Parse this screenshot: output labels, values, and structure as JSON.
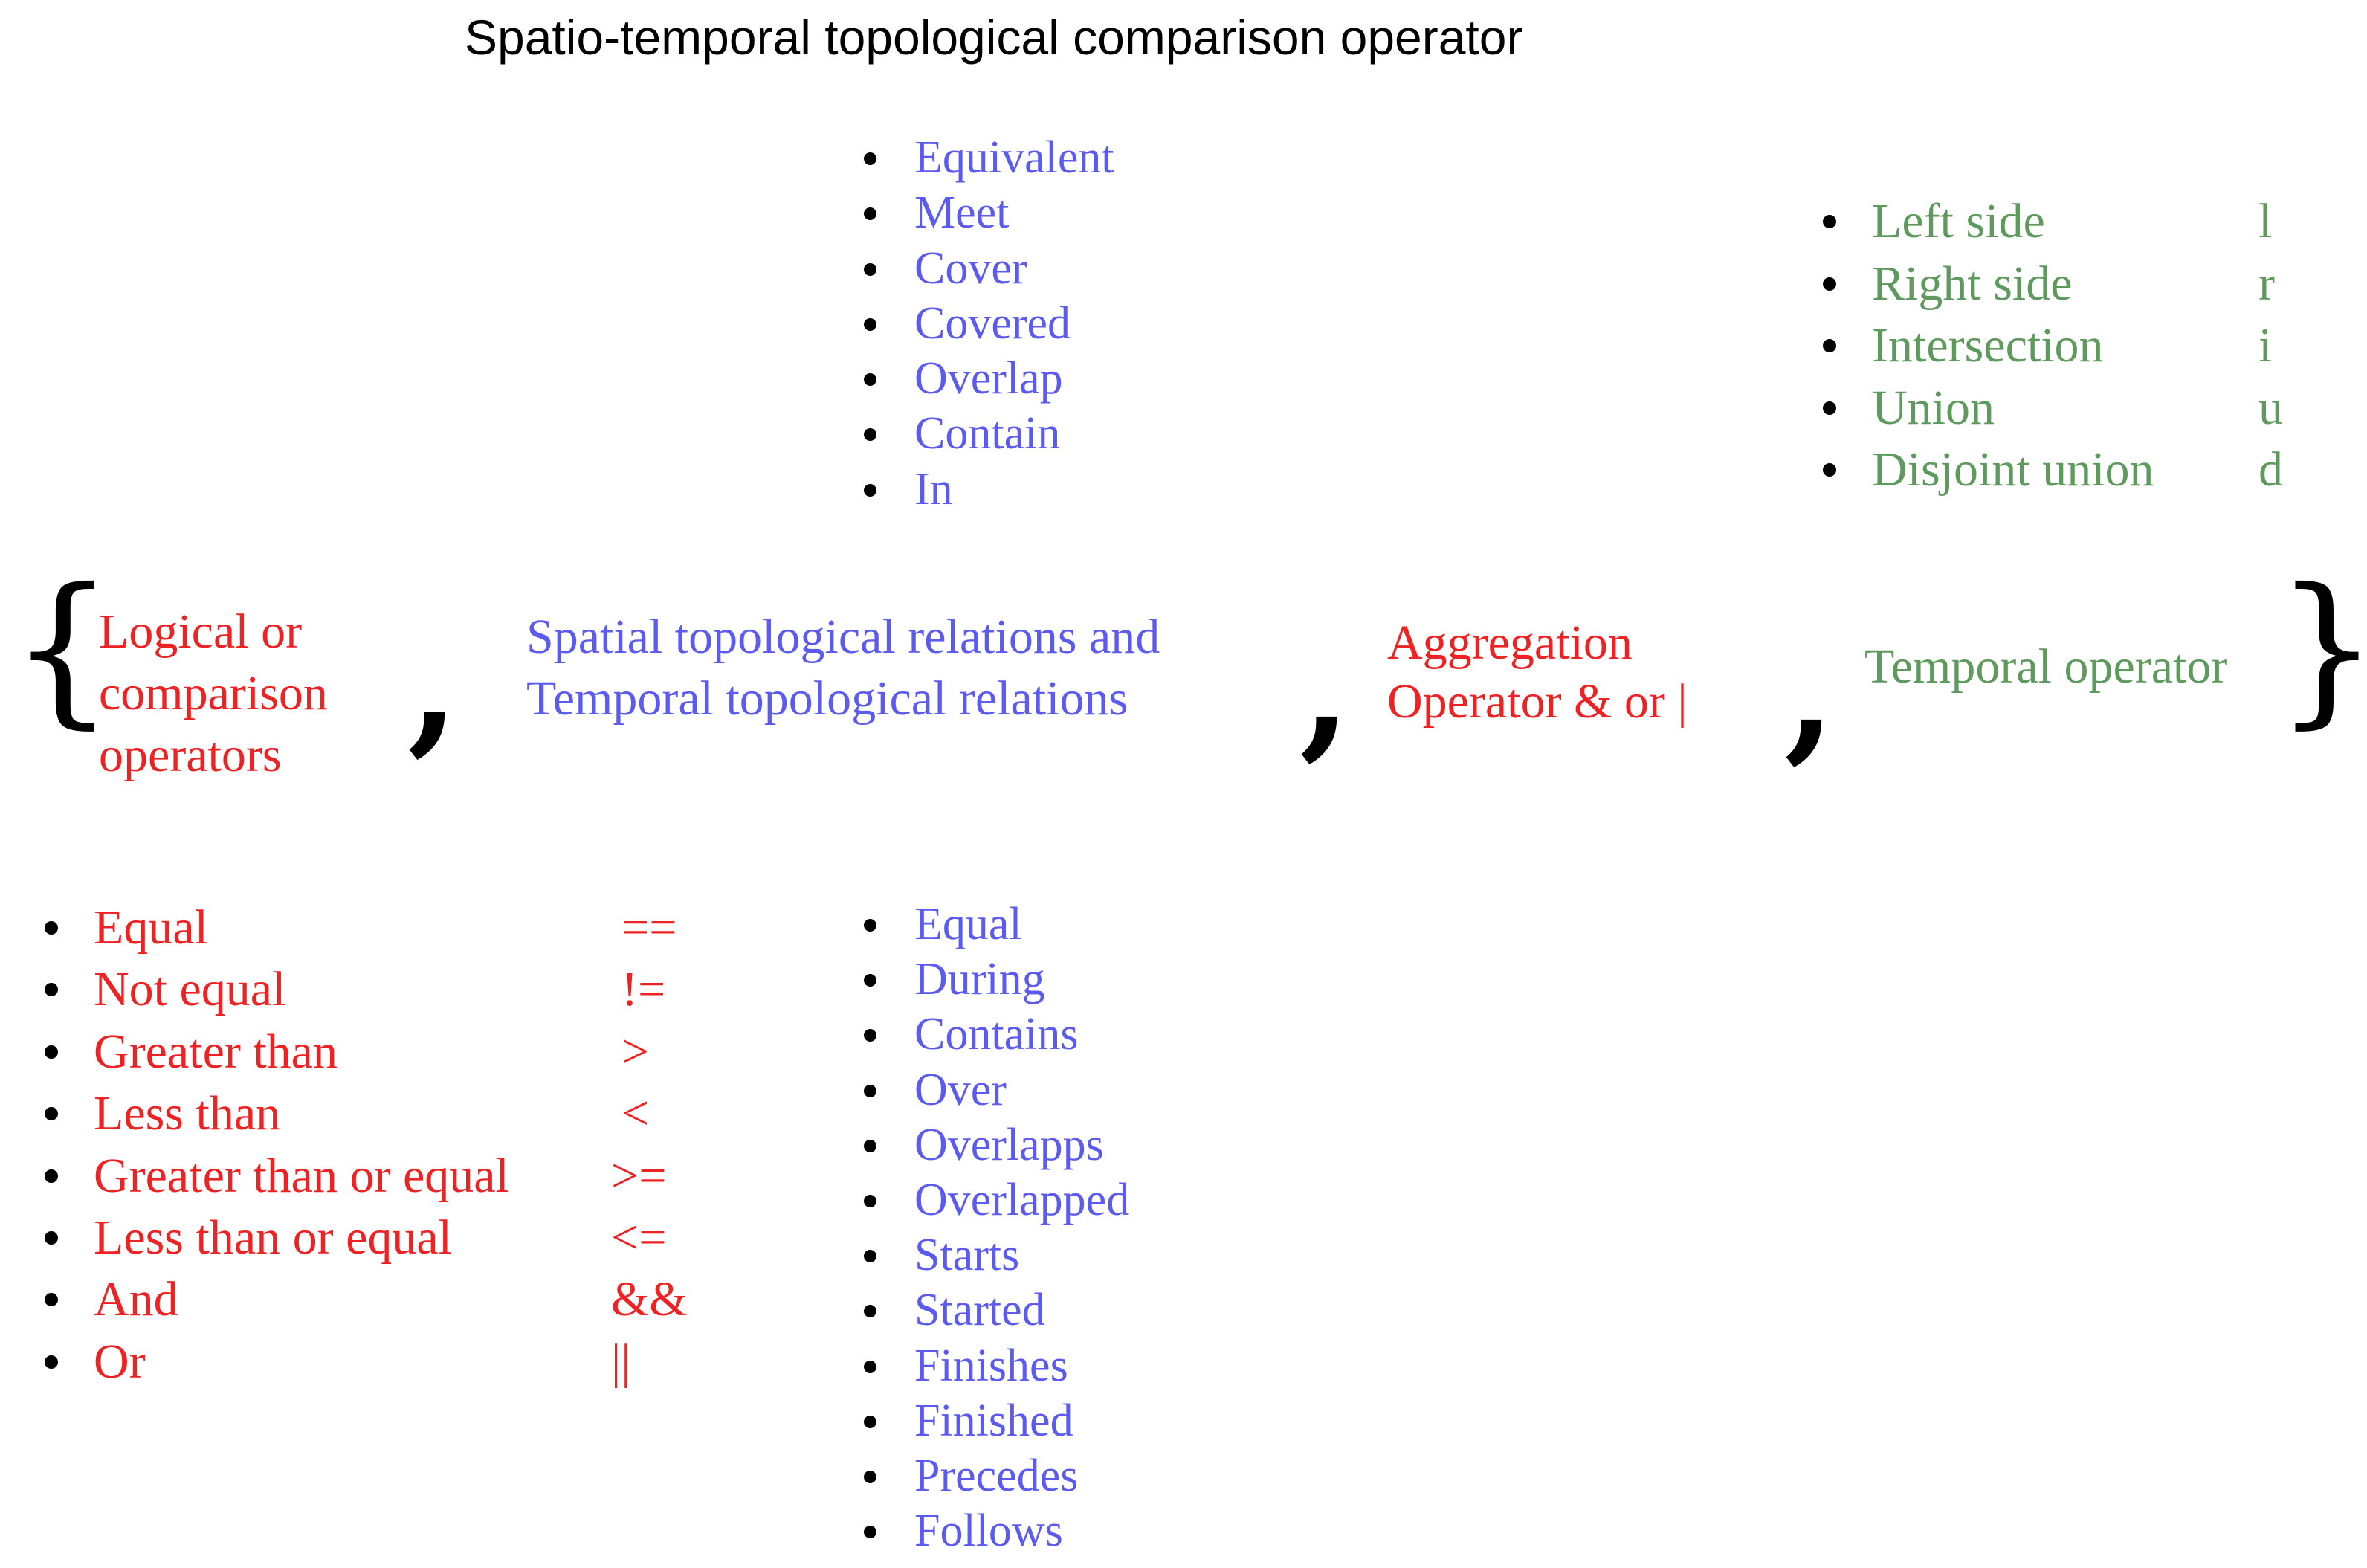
{
  "title": "Spatio-temporal topological comparison operator",
  "groups": {
    "logical": [
      "Logical or",
      "comparison",
      "operators"
    ],
    "spatial": [
      "Spatial topological relations and",
      "Temporal topological relations"
    ],
    "aggregation": [
      "Aggregation",
      "Operator & or |"
    ],
    "temporal": "Temporal operator"
  },
  "braces": {
    "open": "{",
    "close": "}"
  },
  "separator": ",",
  "spatial_relations": [
    "Equivalent",
    "Meet",
    "Cover",
    "Covered",
    "Overlap",
    "Contain",
    "In"
  ],
  "temporal_relations": [
    "Equal",
    "During",
    "Contains",
    "Over",
    "Overlapps",
    "Overlapped",
    "Starts",
    "Started",
    "Finishes",
    "Finished",
    "Precedes",
    "Follows"
  ],
  "comparison_operators": [
    {
      "label": "Equal",
      "symbol": "=="
    },
    {
      "label": "Not equal",
      "symbol": "!="
    },
    {
      "label": "Greater than",
      "symbol": ">"
    },
    {
      "label": "Less than",
      "symbol": "<"
    },
    {
      "label": "Greater than or equal",
      "symbol": ">="
    },
    {
      "label": "Less than or equal",
      "symbol": "<="
    },
    {
      "label": "And",
      "symbol": "&&"
    },
    {
      "label": "Or",
      "symbol": "||"
    }
  ],
  "temporal_operators": [
    {
      "label": "Left side",
      "code": "l"
    },
    {
      "label": "Right side",
      "code": "r"
    },
    {
      "label": "Intersection",
      "code": "i"
    },
    {
      "label": "Union",
      "code": "u"
    },
    {
      "label": "Disjoint union",
      "code": "d"
    }
  ],
  "colors": {
    "red": "#ee2222",
    "blue": "#5b5bf0",
    "green": "#5e9a5e",
    "black": "#000000"
  }
}
